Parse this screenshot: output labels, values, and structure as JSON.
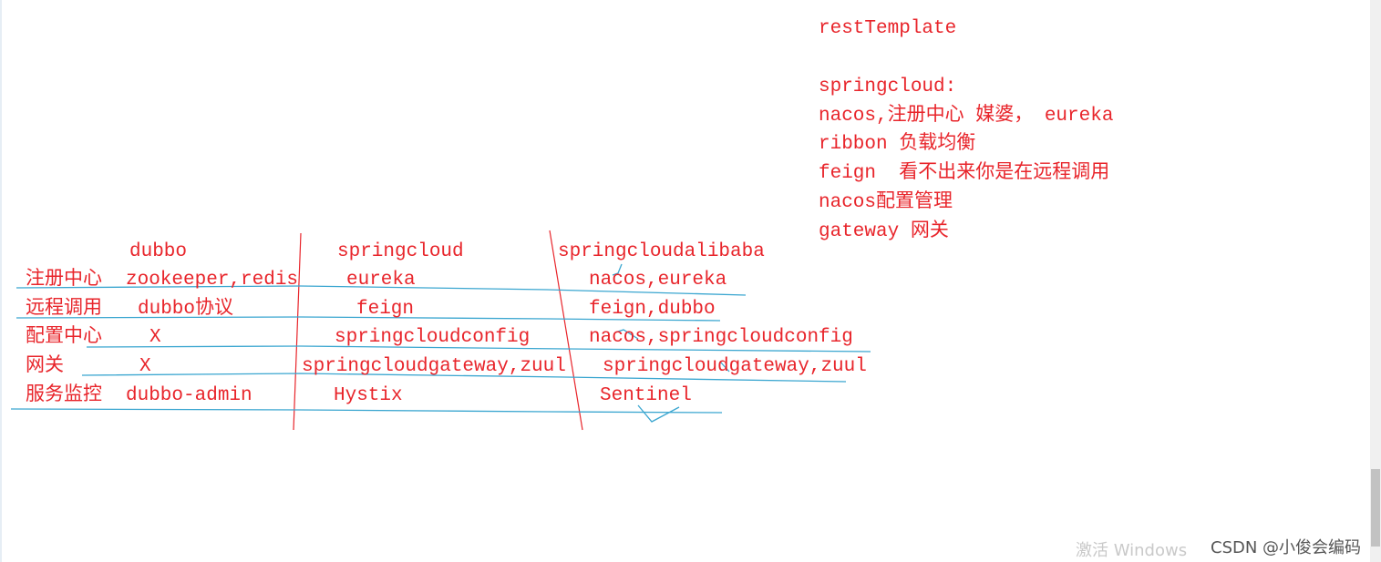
{
  "notes": {
    "lines": [
      "restTemplate",
      "springcloud:",
      "nacos,注册中心 媒婆， eureka",
      "ribbon 负载均衡",
      "feign  看不出来你是在远程调用",
      "nacos配置管理",
      "gateway 网关"
    ]
  },
  "table": {
    "headers": [
      "dubbo",
      "springcloud",
      "springcloudalibaba"
    ],
    "rows": [
      {
        "label": "注册中心",
        "dubbo": "zookeeper,redis",
        "springcloud": "eureka",
        "alibaba": "nacos,eureka"
      },
      {
        "label": "远程调用",
        "dubbo": "dubbo协议",
        "springcloud": "feign",
        "alibaba": "feign,dubbo"
      },
      {
        "label": "配置中心",
        "dubbo": "X",
        "springcloud": "springcloudconfig",
        "alibaba": "nacos,springcloudconfig"
      },
      {
        "label": "网关",
        "dubbo": "X",
        "springcloud": "springcloudgateway,zuul",
        "alibaba": "springcloudgateway,zuul"
      },
      {
        "label": "服务监控",
        "dubbo": "dubbo-admin",
        "springcloud": "Hystix",
        "alibaba": "Sentinel"
      }
    ]
  },
  "watermark": {
    "activate": "激活 Windows",
    "credit": "CSDN @小俊会编码"
  },
  "colors": {
    "ink_red": "#e8252b",
    "ink_blue": "#3aa6d0"
  }
}
